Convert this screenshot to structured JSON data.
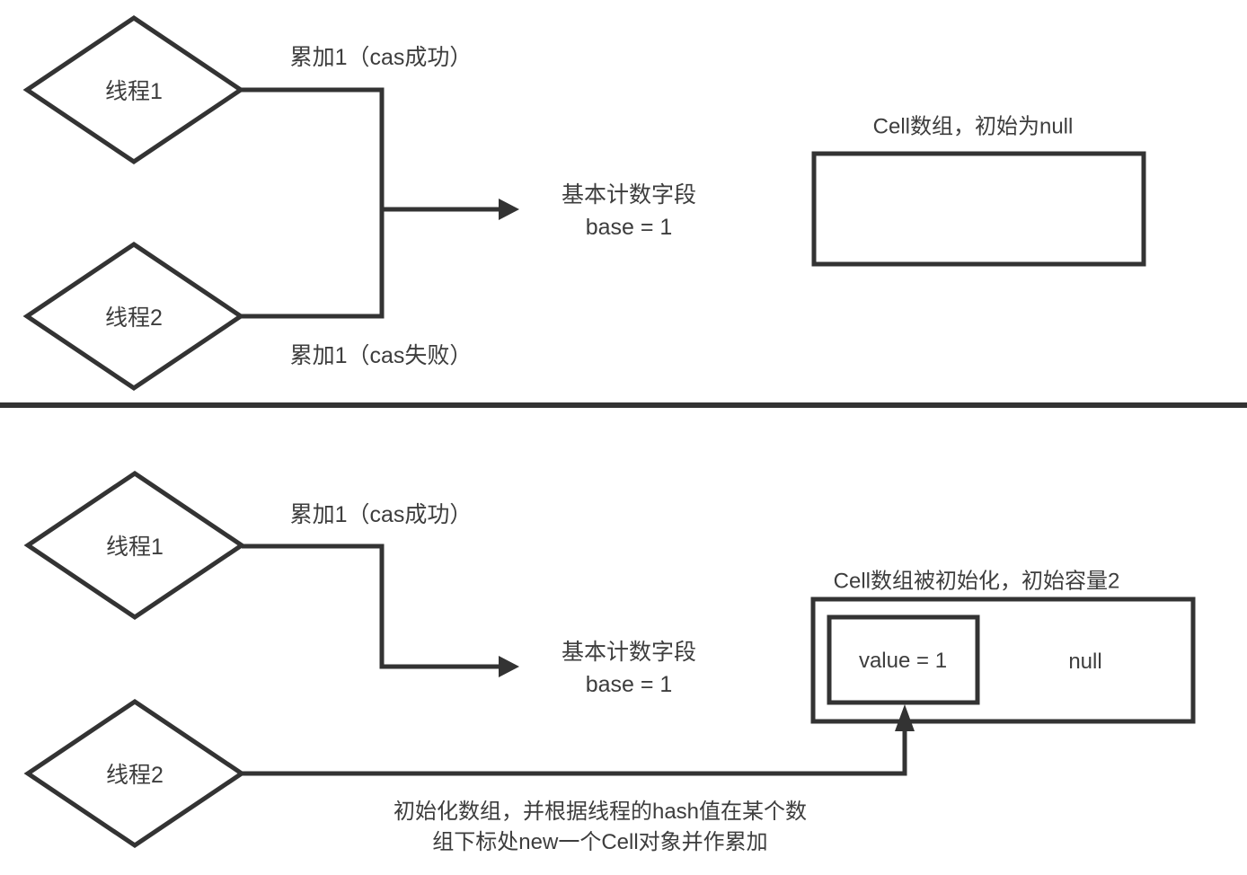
{
  "colors": {
    "stroke": "#333333",
    "text": "#3d3d3d",
    "background": "#ffffff"
  },
  "top": {
    "thread1": "线程1",
    "thread2": "线程2",
    "cas_success": "累加1（cas成功）",
    "cas_fail": "累加1（cas失败）",
    "base_title": "基本计数字段",
    "base_value": "base = 1",
    "cell_array_title": "Cell数组，初始为null"
  },
  "bottom": {
    "thread1": "线程1",
    "thread2": "线程2",
    "cas_success": "累加1（cas成功）",
    "base_title": "基本计数字段",
    "base_value": "base = 1",
    "cell_array_title": "Cell数组被初始化，初始容量2",
    "cell_value": "value = 1",
    "cell_null": "null",
    "caption_line1": "初始化数组，并根据线程的hash值在某个数",
    "caption_line2": "组下标处new一个Cell对象并作累加"
  }
}
